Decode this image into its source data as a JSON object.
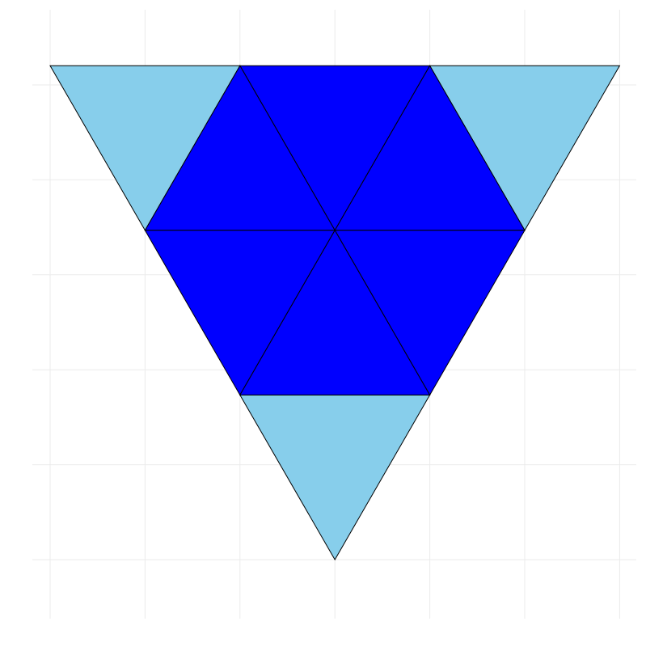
{
  "colors": {
    "background": "#ffffff",
    "grid": "#ebebeb",
    "outline": "#000000",
    "hexagon_fill": "#0000ff",
    "corner_fill": "#87ceeb"
  },
  "triangles": [
    {
      "name": "corner-triangle-top-left",
      "role": "corner",
      "vertices": [
        [
          0,
          6
        ],
        [
          2,
          6
        ],
        [
          1,
          4
        ]
      ]
    },
    {
      "name": "corner-triangle-top-right",
      "role": "corner",
      "vertices": [
        [
          4,
          6
        ],
        [
          6,
          6
        ],
        [
          5,
          4
        ]
      ]
    },
    {
      "name": "corner-triangle-bottom",
      "role": "corner",
      "vertices": [
        [
          2,
          2
        ],
        [
          4,
          2
        ],
        [
          3,
          0
        ]
      ]
    },
    {
      "name": "hexagon-triangle-top",
      "role": "hexagon",
      "vertices": [
        [
          2,
          6
        ],
        [
          4,
          6
        ],
        [
          3,
          4
        ]
      ]
    },
    {
      "name": "hexagon-triangle-upper-left",
      "role": "hexagon",
      "vertices": [
        [
          2,
          6
        ],
        [
          1,
          4
        ],
        [
          3,
          4
        ]
      ]
    },
    {
      "name": "hexagon-triangle-upper-right",
      "role": "hexagon",
      "vertices": [
        [
          4,
          6
        ],
        [
          3,
          4
        ],
        [
          5,
          4
        ]
      ]
    },
    {
      "name": "hexagon-triangle-lower-left",
      "role": "hexagon",
      "vertices": [
        [
          1,
          4
        ],
        [
          3,
          4
        ],
        [
          2,
          2
        ]
      ]
    },
    {
      "name": "hexagon-triangle-lower-right",
      "role": "hexagon",
      "vertices": [
        [
          3,
          4
        ],
        [
          5,
          4
        ],
        [
          4,
          2
        ]
      ]
    },
    {
      "name": "hexagon-triangle-bottom",
      "role": "hexagon",
      "vertices": [
        [
          3,
          4
        ],
        [
          2,
          2
        ],
        [
          4,
          2
        ]
      ]
    }
  ]
}
